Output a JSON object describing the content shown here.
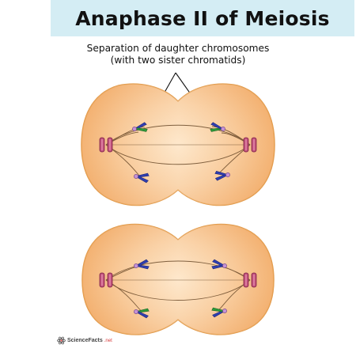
{
  "title": "Anaphase II of Meiosis",
  "caption": {
    "line1": "Separation of daughter chromosomes",
    "line2": "(with two sister chromatids)"
  },
  "brand": {
    "name": "ScienceFacts",
    "tld": ".net",
    "icon": "atom-logo-icon"
  },
  "colors": {
    "title_bg": "#d4edf4",
    "cell_fill": "#f6c48f",
    "cell_edge": "#e29a4a",
    "centriole": "#c1517a",
    "chromatid_blue": "#2f3eb0",
    "chromatid_green": "#2e9a3a",
    "centromere": "#c592d6"
  }
}
